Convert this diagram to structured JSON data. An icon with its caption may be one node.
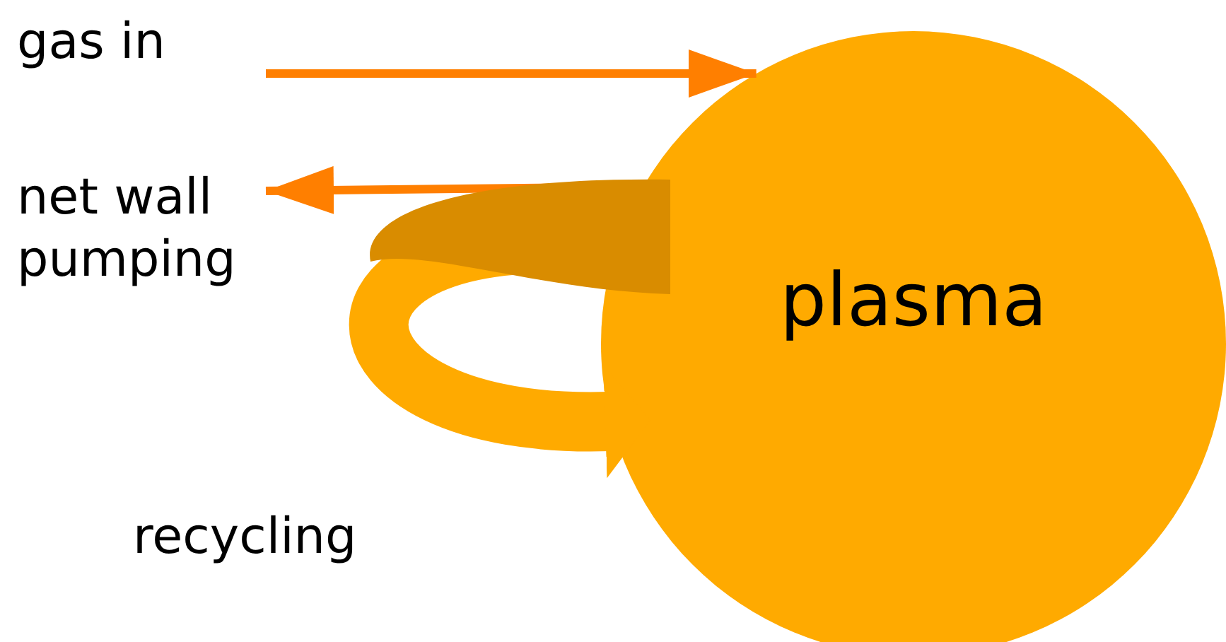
{
  "diagram": {
    "nodes": [
      {
        "text": [
          "gas in"
        ]
      },
      {
        "text": [
          "plasma"
        ]
      },
      {
        "text": [
          "net wall pumping"
        ]
      }
    ],
    "edges": [
      {
        "from": 0,
        "to": 1,
        "arrow": "to"
      },
      {
        "from": 1,
        "to": 2,
        "arrow": "to"
      },
      {
        "from": 1,
        "to": 1,
        "arrow": "to",
        "style": "thick",
        "color": "#ffaa00"
      }
    ],
    "labels": [
      "recycling"
    ]
  }
}
